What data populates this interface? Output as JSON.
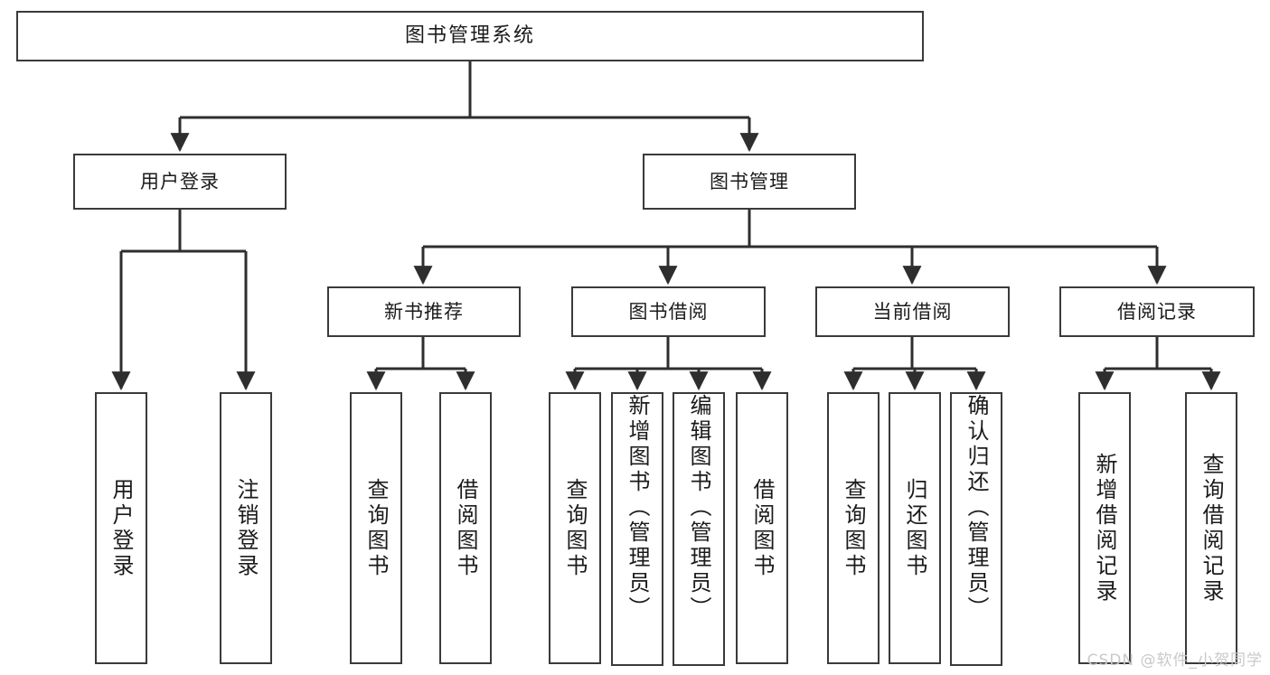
{
  "diagram": {
    "type": "tree",
    "title": "图书管理系统",
    "orientation": "top-down",
    "watermark": "CSDN @软件_小贺同学",
    "colors": {
      "box_border": "#3a3a3a",
      "box_fill": "#ffffff",
      "edge": "#2e2e2e",
      "text": "#1b1b1b",
      "watermark": "#c9c9c9",
      "background": "#ffffff"
    },
    "nodes": {
      "root": {
        "label": "图书管理系统"
      },
      "level1": [
        {
          "id": "user_login",
          "label": "用户登录"
        },
        {
          "id": "book_manage",
          "label": "图书管理"
        }
      ],
      "level2": [
        {
          "id": "new_book",
          "label": "新书推荐"
        },
        {
          "id": "book_borrow",
          "label": "图书借阅"
        },
        {
          "id": "current_borrow",
          "label": "当前借阅"
        },
        {
          "id": "borrow_record",
          "label": "借阅记录"
        }
      ],
      "leaves": {
        "user_login": [
          {
            "id": "leaf_user_login",
            "label": "用户登录"
          },
          {
            "id": "leaf_logout",
            "label": "注销登录"
          }
        ],
        "new_book": [
          {
            "id": "leaf_nb_query",
            "label": "查询图书"
          },
          {
            "id": "leaf_nb_borrow",
            "label": "借阅图书"
          }
        ],
        "book_borrow": [
          {
            "id": "leaf_bb_query",
            "label": "查询图书"
          },
          {
            "id": "leaf_bb_add",
            "label": "新增图书（管理员）"
          },
          {
            "id": "leaf_bb_edit",
            "label": "编辑图书（管理员）"
          },
          {
            "id": "leaf_bb_borrow",
            "label": "借阅图书"
          }
        ],
        "current_borrow": [
          {
            "id": "leaf_cb_query",
            "label": "查询图书"
          },
          {
            "id": "leaf_cb_return",
            "label": "归还图书"
          },
          {
            "id": "leaf_cb_confirm",
            "label": "确认归还（管理员）"
          }
        ],
        "borrow_record": [
          {
            "id": "leaf_br_add",
            "label": "新增借阅记录"
          },
          {
            "id": "leaf_br_query",
            "label": "查询借阅记录"
          }
        ]
      }
    }
  }
}
